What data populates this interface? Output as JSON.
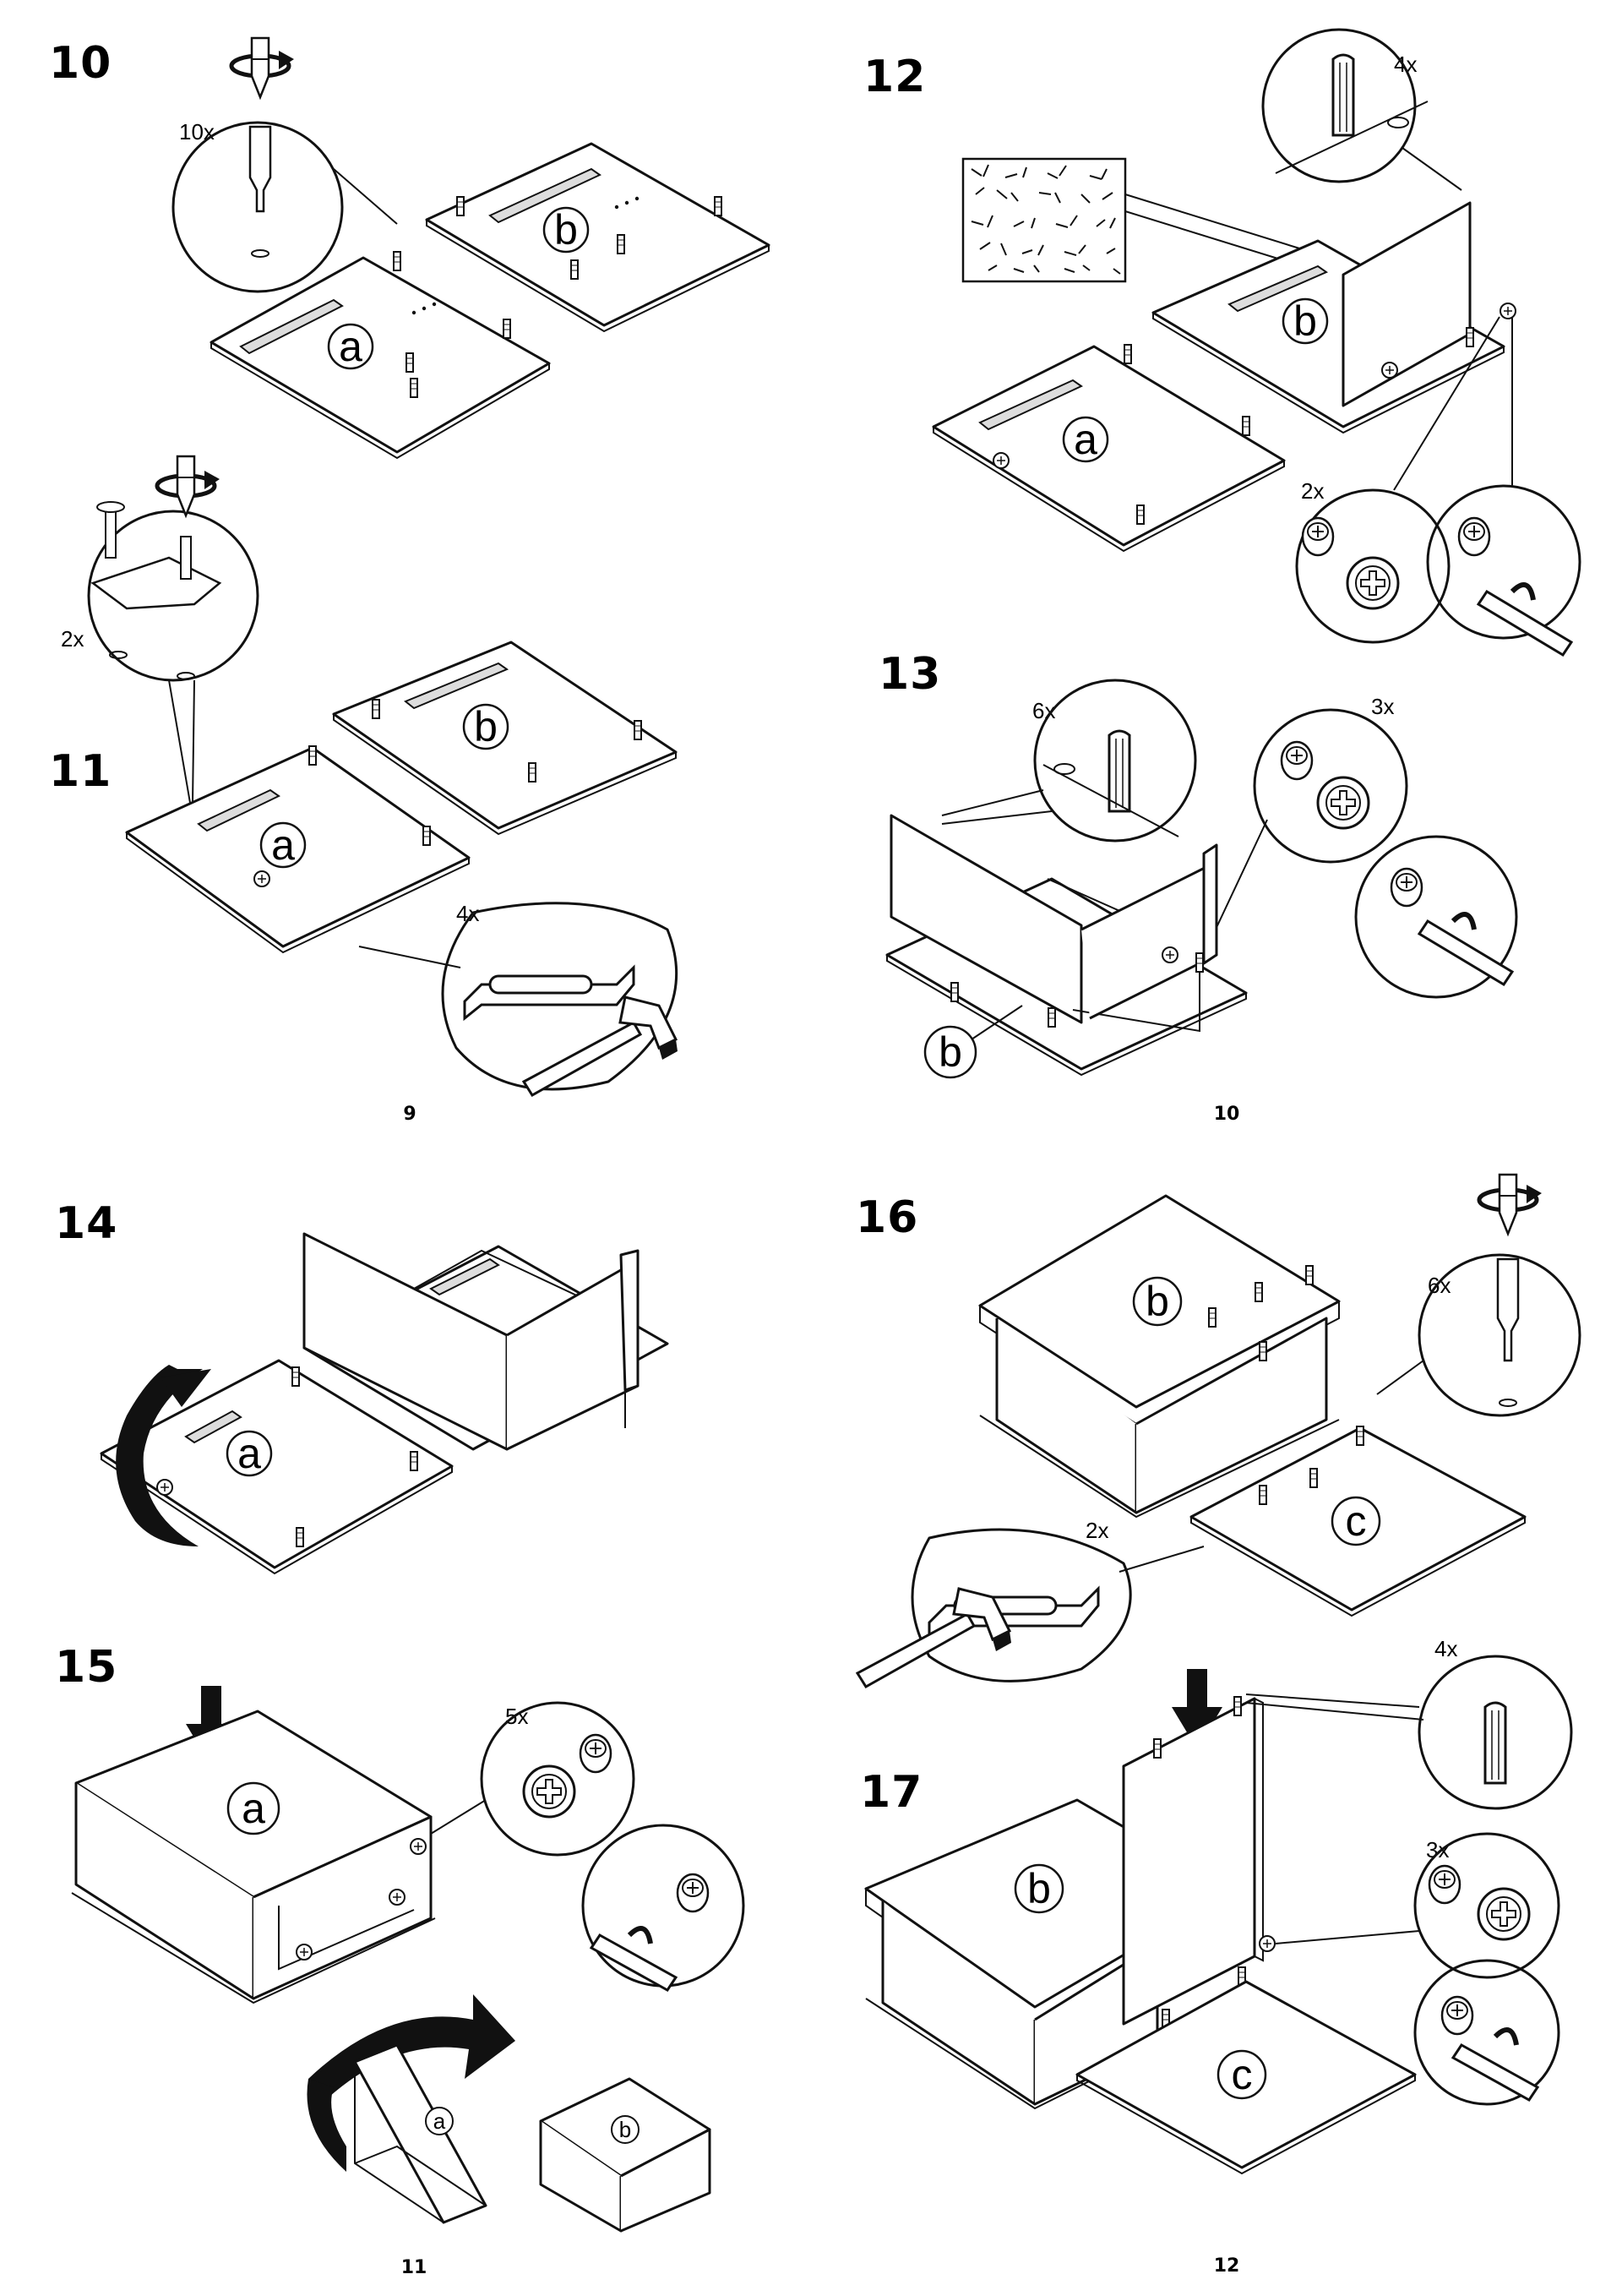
{
  "steps": [
    {
      "number": "10",
      "quantity": "10x",
      "parts": [
        "a",
        "b"
      ]
    },
    {
      "number": "11",
      "quantity_clips": "2x",
      "quantity_pads": "4x",
      "parts": [
        "a",
        "b"
      ]
    },
    {
      "number": "12",
      "quantity_dowels": "4x",
      "quantity_cams": "2x",
      "parts": [
        "a",
        "b"
      ]
    },
    {
      "number": "13",
      "quantity_dowels": "6x",
      "quantity_cams": "3x",
      "parts": [
        "b"
      ]
    },
    {
      "number": "14",
      "parts": [
        "a"
      ]
    },
    {
      "number": "15",
      "quantity": "5x",
      "parts": [
        "a",
        "a",
        "b"
      ]
    },
    {
      "number": "16",
      "quantity_dowels": "6x",
      "quantity_pads": "2x",
      "parts": [
        "b",
        "c"
      ]
    },
    {
      "number": "17",
      "quantity_dowels": "4x",
      "quantity_cams": "3x",
      "parts": [
        "b",
        "c"
      ]
    }
  ],
  "page_numbers": [
    "9",
    "10",
    "11",
    "12"
  ]
}
